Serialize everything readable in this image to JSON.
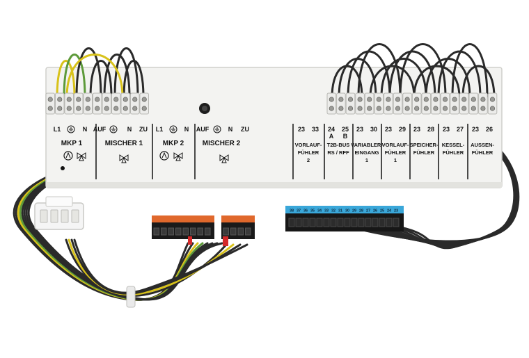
{
  "left_terminal_labels": [
    "L1",
    "N",
    "AUF",
    "N",
    "ZU",
    "L1",
    "N",
    "AUF",
    "N",
    "ZU"
  ],
  "left_groups": [
    "MKP 1",
    "MISCHER 1",
    "MKP 2",
    "MISCHER 2"
  ],
  "right_terminal_numbers": [
    [
      "23",
      "33"
    ],
    [
      "24",
      "25"
    ],
    [
      "23",
      "30"
    ],
    [
      "23",
      "29"
    ],
    [
      "23",
      "28"
    ],
    [
      "23",
      "27"
    ],
    [
      "23",
      "26"
    ]
  ],
  "t2b_sub_labels": [
    "A",
    "B"
  ],
  "right_groups": [
    [
      "VORLAUF-",
      "FÜHLER",
      "2"
    ],
    [
      "T2B-BUS",
      "RS / RFF"
    ],
    [
      "VARIABLER-",
      "EINGANG",
      "1"
    ],
    [
      "VORLAUF-",
      "FÜHLER",
      "1"
    ],
    [
      "SPEICHER-",
      "FÜHLER"
    ],
    [
      "KESSEL-",
      "FÜHLER"
    ],
    [
      "AUSSEN-",
      "FÜHLER"
    ]
  ],
  "blue_connector_numbers": [
    "38",
    "37",
    "36",
    "35",
    "34",
    "33",
    "32",
    "31",
    "30",
    "29",
    "28",
    "27",
    "26",
    "25",
    "24",
    "23"
  ],
  "colors": {
    "board": "#f3f3f1",
    "wire": "#2a2a2a",
    "wire_yellow": "#d8c21a",
    "wire_green": "#5d9a3a",
    "terminal": "#ececea",
    "blue_strip": "#3aa7d9",
    "orange_strip": "#e0682c",
    "red_latch": "#d42a2a"
  }
}
